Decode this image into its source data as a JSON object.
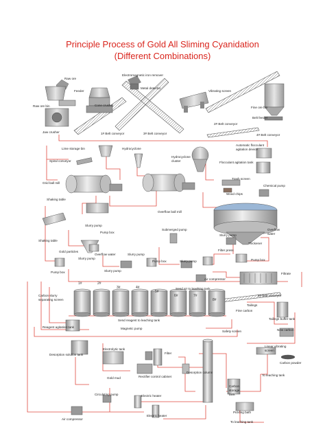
{
  "title": {
    "line1": "Principle Process of Gold All Sliming Cyanidation",
    "line2": "(Different Combinations)"
  },
  "colors": {
    "title": "#d9241c",
    "pipe": "#e0493f",
    "equipment": "#bdbdbd",
    "accent_blue": "#9bb7d6"
  },
  "labels": {
    "raw_ore": "Raw ore",
    "feeder": "Feeder",
    "raw_ore_bin": "Raw ore bin",
    "electromagnetic_iron_remover": "Electromagnetic iron remover",
    "metal_detector": "Metal detector",
    "vibrating_screen": "Vibrating screen",
    "cone_crusher": "Cone crusher",
    "fine_ore_bin": "Fine ore bin",
    "belt_feeder": "Belt feeder",
    "jaw_crusher": "Jaw crusher",
    "belt_conveyor_1": "1# Belt conveyor",
    "belt_conveyor_3": "3# Belt conveyor",
    "belt_conveyor_2": "2# Belt conveyor",
    "belt_conveyor_4": "4# Belt conveyor",
    "lime_storage_bin": "Lime storage bin",
    "hydrocyclone": "Hydrocyclone",
    "hydrocyclone_cluster": "Hydrocyclone cluster",
    "automatic_flocculant": "Automatic flocculant",
    "agitation_device": "agitation device",
    "spiral_conveyor": "Spiral conveyor",
    "flocculant_agitation_tank": "Flocculant agitation tank",
    "grid_ball_mill": "Grid ball mill",
    "trash_screen": "Trash screen",
    "chemical_pump": "Chemical pump",
    "wood_chips": "Wood chips",
    "shaking_table_top": "Shaking table",
    "overflow_ball_mill": "Overflow ball mill",
    "slurry_pump_1": "Slurry pump",
    "pump_box_1": "Pump box",
    "overflow_water_right": "Overflow water",
    "shaking_table_left": "Shaking table",
    "submerged_pump": "Submerged pump",
    "gold_particles": "Gold particles",
    "slurry_pump_2": "Slurry pump",
    "overflow_water_mid": "Overflow water",
    "slurry_pump_3": "Slurry pump",
    "slurry_pump_4": "Slurry pump",
    "thickener": "Thickener",
    "filter_press": "Filter press",
    "pump_box_2": "Pump box",
    "pump_box_3": "Pump box",
    "slurry_pump_5": "Slurry pump",
    "slurry_pump_6": "Slurry pump",
    "pump_box_4": "Pump box",
    "air_compressor_top": "Air compressor",
    "filtrate": "Filtrate",
    "carbon_slurry_1": "Carbon slurry",
    "carbon_slurry_2": "separating screen",
    "send_air_to_leaching_tank": "Send air to leaching tank",
    "belt_conveyor_5": "5# Belt conveyor",
    "tailings": "Tailings",
    "fine_carbon": "Fine carbon",
    "tailings_buffer_tank": "Tailings buffer tank",
    "send_reagent_to_leaching_tank": "Send reagent to leaching tank",
    "reagent_agitation_tank": "Reagent agitation tank",
    "magnetic_pump": "Magnetic pump",
    "safety_screen": "Safety screen",
    "new_carbon": "New carbon",
    "linear_vibrating_1": "Linear vibrating",
    "linear_vibrating_2": "screen",
    "desorption_solution_tank": "Desorption solution tank",
    "electrolytic_tank": "Electrolytic tank",
    "filter": "Filter",
    "carbon_powder": "Carbon powder",
    "rectifier_control_cabinet": "Rectifier control cabinet",
    "desorption_column": "Desorption column",
    "to_leaching_tank_1": "To leaching tank",
    "gold_mud": "Gold mud",
    "carbon_storage_1": "Carbon",
    "carbon_storage_2": "storage",
    "carbon_storage_3": "tank",
    "circulating_pump": "Circulating pump",
    "electric_heater_1": "Electric heater",
    "pickling_bath": "Pickling bath",
    "air_compressor_bottom": "Air compressor",
    "electric_heater_2": "Electric heater",
    "to_leaching_tank_2": "To leaching tank"
  },
  "tank_numbers": [
    "1#",
    "2#",
    "3#",
    "4#",
    "5#",
    "6#",
    "7#",
    "8#"
  ]
}
